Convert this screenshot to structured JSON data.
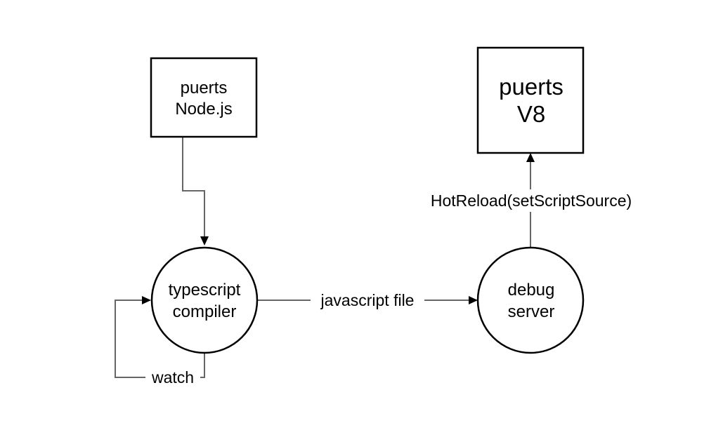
{
  "nodes": {
    "node_js": {
      "lines": [
        "puerts",
        "Node.js"
      ]
    },
    "v8": {
      "lines": [
        "puerts",
        "V8"
      ]
    },
    "compiler": {
      "lines": [
        "typescript",
        "compiler"
      ]
    },
    "debug_server": {
      "lines": [
        "debug",
        "server"
      ]
    }
  },
  "edges": {
    "javascript_file": "javascript file",
    "hot_reload": "HotReload(setScriptSource)",
    "watch": "watch"
  }
}
